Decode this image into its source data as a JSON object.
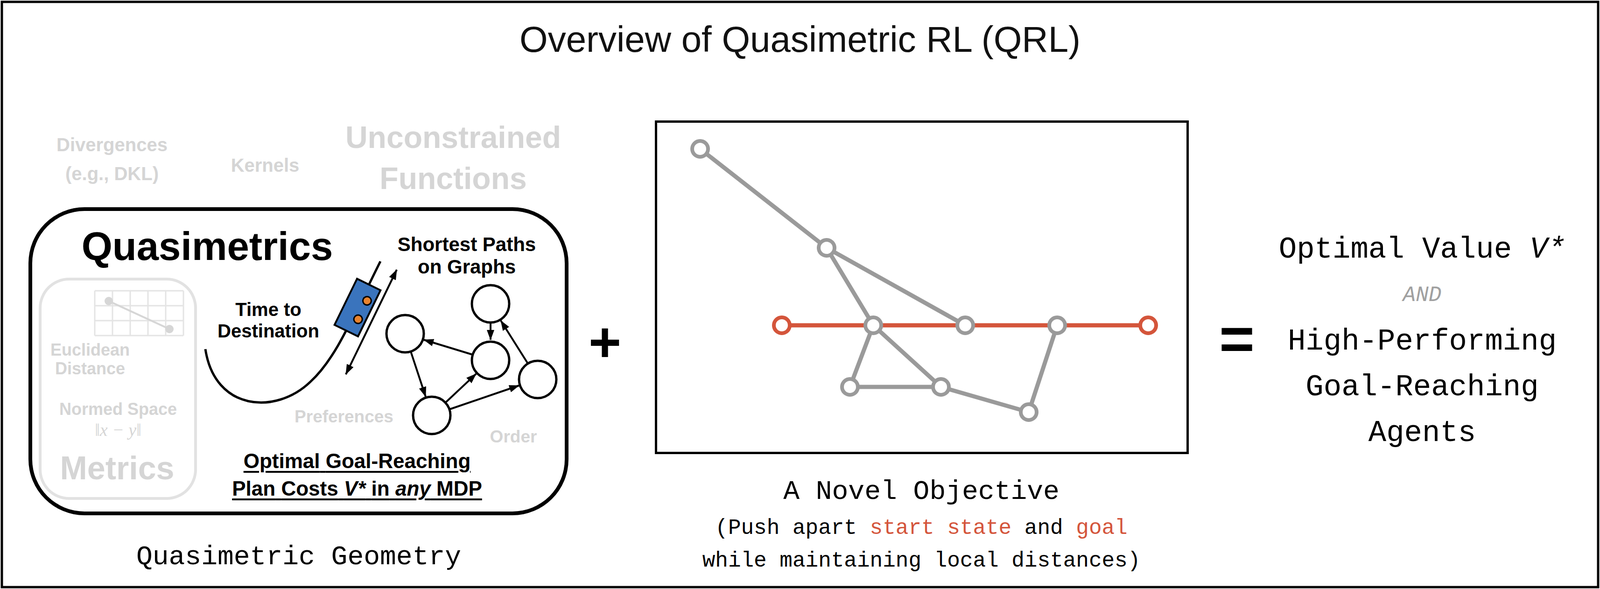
{
  "diagram": {
    "title": "Overview of Quasimetric RL (QRL)",
    "nodes": [
      {
        "text": [
          "Quasimetrics",
          "Shortest Paths on Graphs",
          "Time to Destination",
          "Preferences",
          "Order",
          "Optimal Goal-Reaching Plan Costs V* in any MDP"
        ]
      },
      {
        "text": [
          "Euclidean Distance",
          "Normed Space",
          "‖x − y‖",
          "Metrics"
        ],
        "in": 0
      },
      {
        "text": [
          "A Novel Objective",
          "(Push apart start state and goal while maintaining local distances)"
        ]
      }
    ],
    "labels": [
      "Divergences (e.g., DKL)",
      "Kernels",
      "Unconstrained Functions",
      "+",
      "Quasimetric Geometry",
      "=",
      "Optimal Value V*",
      "AND",
      "High-Performing Goal-Reaching Agents"
    ]
  }
}
